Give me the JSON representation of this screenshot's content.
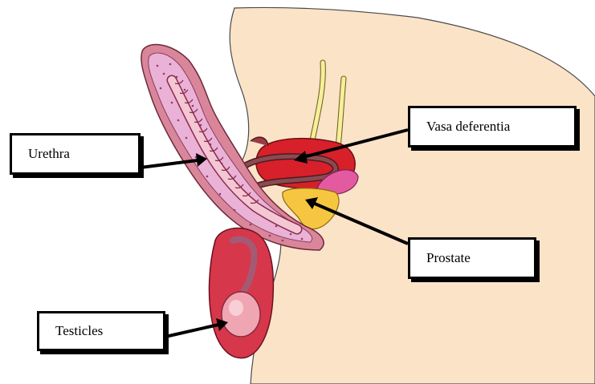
{
  "labels": {
    "urethra": "Urethra",
    "vasa_deferentia": "Vasa deferentia",
    "prostate": "Prostate",
    "testicles": "Testicles"
  },
  "colors": {
    "skin": "#fbe3c8",
    "body_outline": "#4a4a4a",
    "penis_outer": "#d9869a",
    "penis_inner": "#c97a90",
    "spongy_tissue": "#e9b2d6",
    "urethra": "#f4c7d4",
    "scrotum": "#d6374a",
    "testicle": "#f0a6b2",
    "bladder": "#d8202a",
    "vas_deferens": "#7e3b43",
    "seminal_vesicle": "#e35aa0",
    "prostate": "#f7c640",
    "ureter": "#f5ef9a",
    "arrow": "#000000"
  }
}
